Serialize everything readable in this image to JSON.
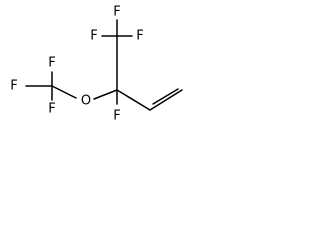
{
  "molecule": {
    "atoms": [
      {
        "id": "F_cf3_left",
        "label": "F"
      },
      {
        "id": "F_cf3_top",
        "label": "F"
      },
      {
        "id": "F_cf3_right",
        "label": "F"
      },
      {
        "id": "F_quat",
        "label": "F"
      },
      {
        "id": "O_ether",
        "label": "O"
      },
      {
        "id": "F_ocf3_left",
        "label": "F"
      },
      {
        "id": "F_ocf3_top",
        "label": "F"
      },
      {
        "id": "F_ocf3_bottom",
        "label": "F"
      }
    ]
  }
}
